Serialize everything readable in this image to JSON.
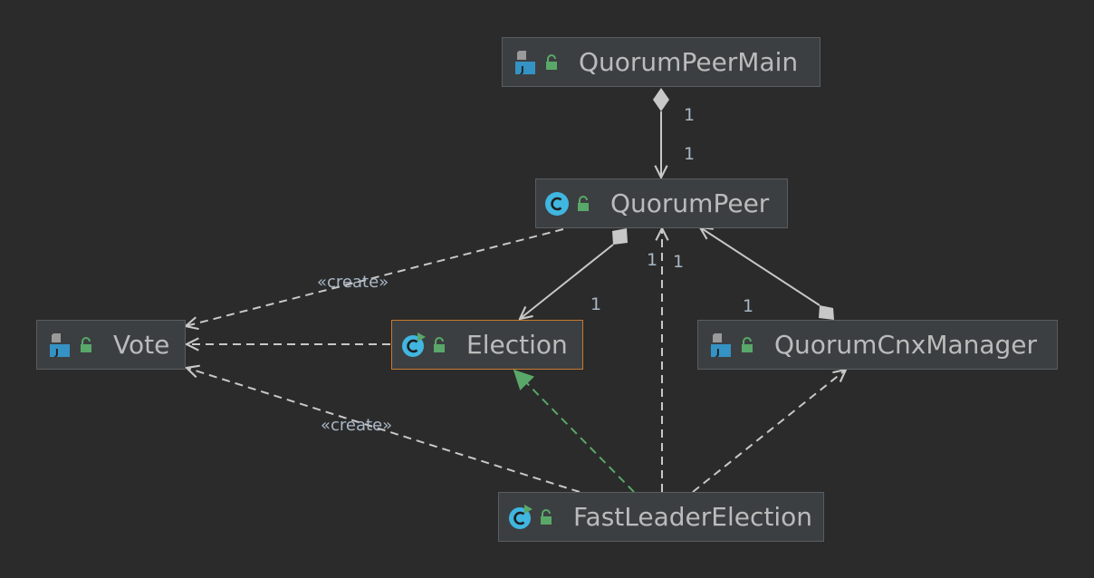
{
  "diagram": {
    "nodes": [
      {
        "id": "QuorumPeerMain",
        "label": "QuorumPeerMain",
        "kind": "java-file",
        "icon": "java-file-icon"
      },
      {
        "id": "QuorumPeer",
        "label": "QuorumPeer",
        "kind": "class",
        "icon": "class-icon"
      },
      {
        "id": "Vote",
        "label": "Vote",
        "kind": "java-file",
        "icon": "java-file-icon"
      },
      {
        "id": "Election",
        "label": "Election",
        "kind": "interface",
        "icon": "interface-class-icon",
        "selected": true
      },
      {
        "id": "QuorumCnxManager",
        "label": "QuorumCnxManager",
        "kind": "java-file",
        "icon": "java-file-icon"
      },
      {
        "id": "FastLeaderElection",
        "label": "FastLeaderElection",
        "kind": "class",
        "icon": "implementation-class-icon"
      }
    ],
    "edges": [
      {
        "from": "QuorumPeerMain",
        "to": "QuorumPeer",
        "type": "composition",
        "source_multiplicity": "1",
        "target_multiplicity": "1"
      },
      {
        "from": "QuorumPeer",
        "to": "Election",
        "type": "composition",
        "source_multiplicity": "",
        "target_multiplicity": "1"
      },
      {
        "from": "QuorumCnxManager",
        "to": "QuorumPeer",
        "type": "composition",
        "source_multiplicity": "1",
        "target_multiplicity": "1"
      },
      {
        "from": "QuorumPeer",
        "to": "Vote",
        "type": "create",
        "stereotype": "«create»"
      },
      {
        "from": "Election",
        "to": "Vote",
        "type": "dependency"
      },
      {
        "from": "FastLeaderElection",
        "to": "Vote",
        "type": "create",
        "stereotype": "«create»"
      },
      {
        "from": "FastLeaderElection",
        "to": "Election",
        "type": "realization"
      },
      {
        "from": "FastLeaderElection",
        "to": "QuorumPeer",
        "type": "dependency",
        "target_multiplicity": "1"
      },
      {
        "from": "FastLeaderElection",
        "to": "QuorumCnxManager",
        "type": "dependency"
      }
    ]
  },
  "colors": {
    "background": "#2b2b2b",
    "node_fill": "#3c3f41",
    "node_border": "#5a5d5f",
    "selected_border": "#c87a32",
    "text": "#bbbbbb",
    "edge": "#c8c8c8",
    "realization": "#59a869",
    "class_icon": "#40b6e0",
    "lock": "#59a869"
  }
}
